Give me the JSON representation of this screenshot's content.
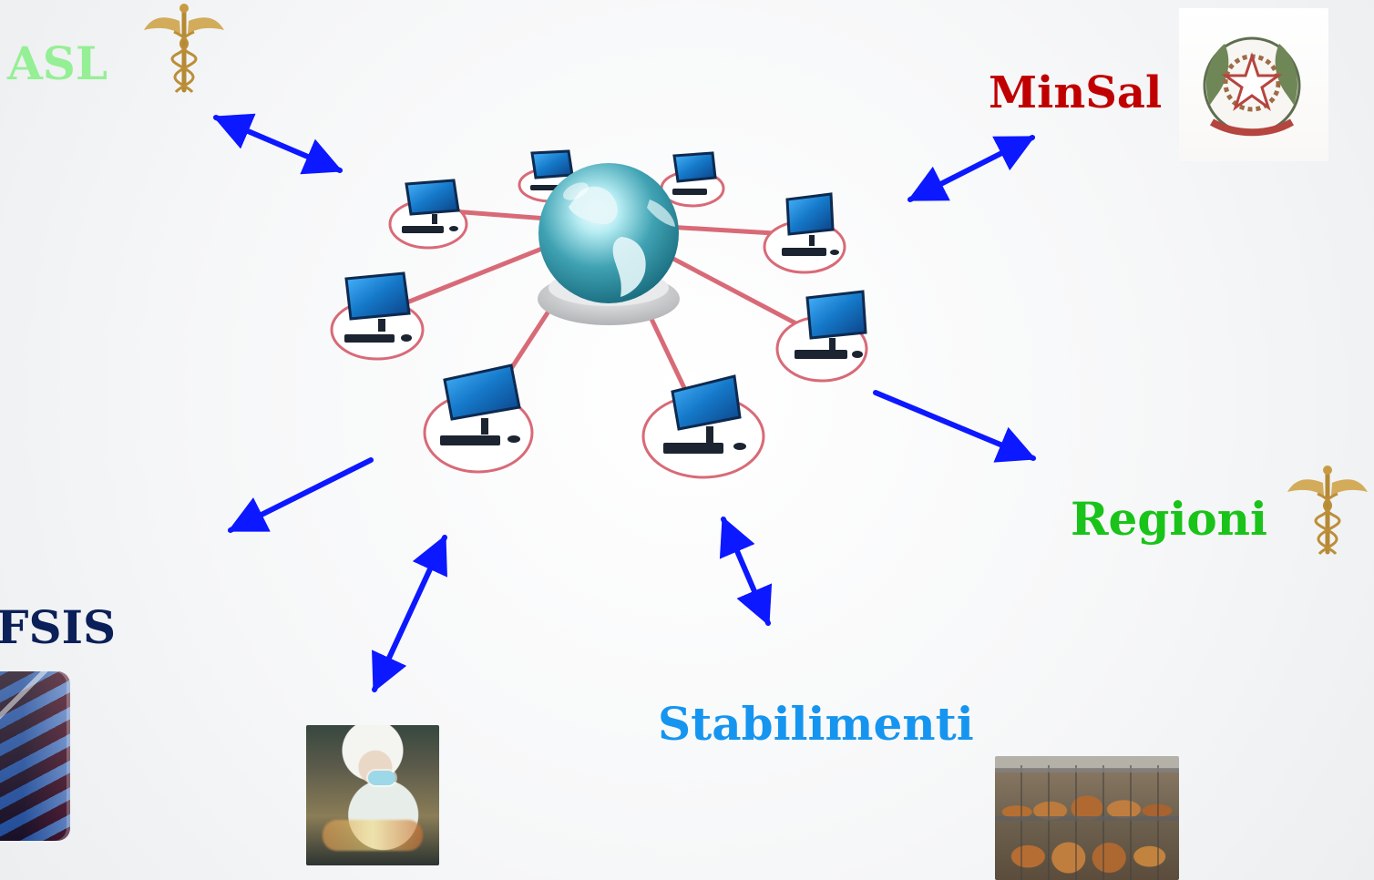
{
  "labels": {
    "asl": "ASL",
    "minsal": "MinSal",
    "regioni": "Regioni",
    "fsis": "FSIS",
    "stabilimenti": "Stabilimenti"
  },
  "colors": {
    "asl": "#95ef95",
    "minsal": "#c00000",
    "regioni": "#19c319",
    "fsis": "#0b1f58",
    "stabilimenti": "#1595f0",
    "arrow": "#0c18ff",
    "network_link": "#d86a77",
    "globe": "#3fa2b3",
    "computer_screen": "#1579c9"
  },
  "images": {
    "network": "network-computers-globe",
    "asl_icon": "caduceus-icon",
    "regioni_icon": "caduceus-icon",
    "minsal_icon": "italian-emblem",
    "fsis_icon": "us-flag-photo",
    "lab_icon": "laboratory-scientist-photo",
    "stabilimenti_icon": "hanging-hams-photo"
  }
}
